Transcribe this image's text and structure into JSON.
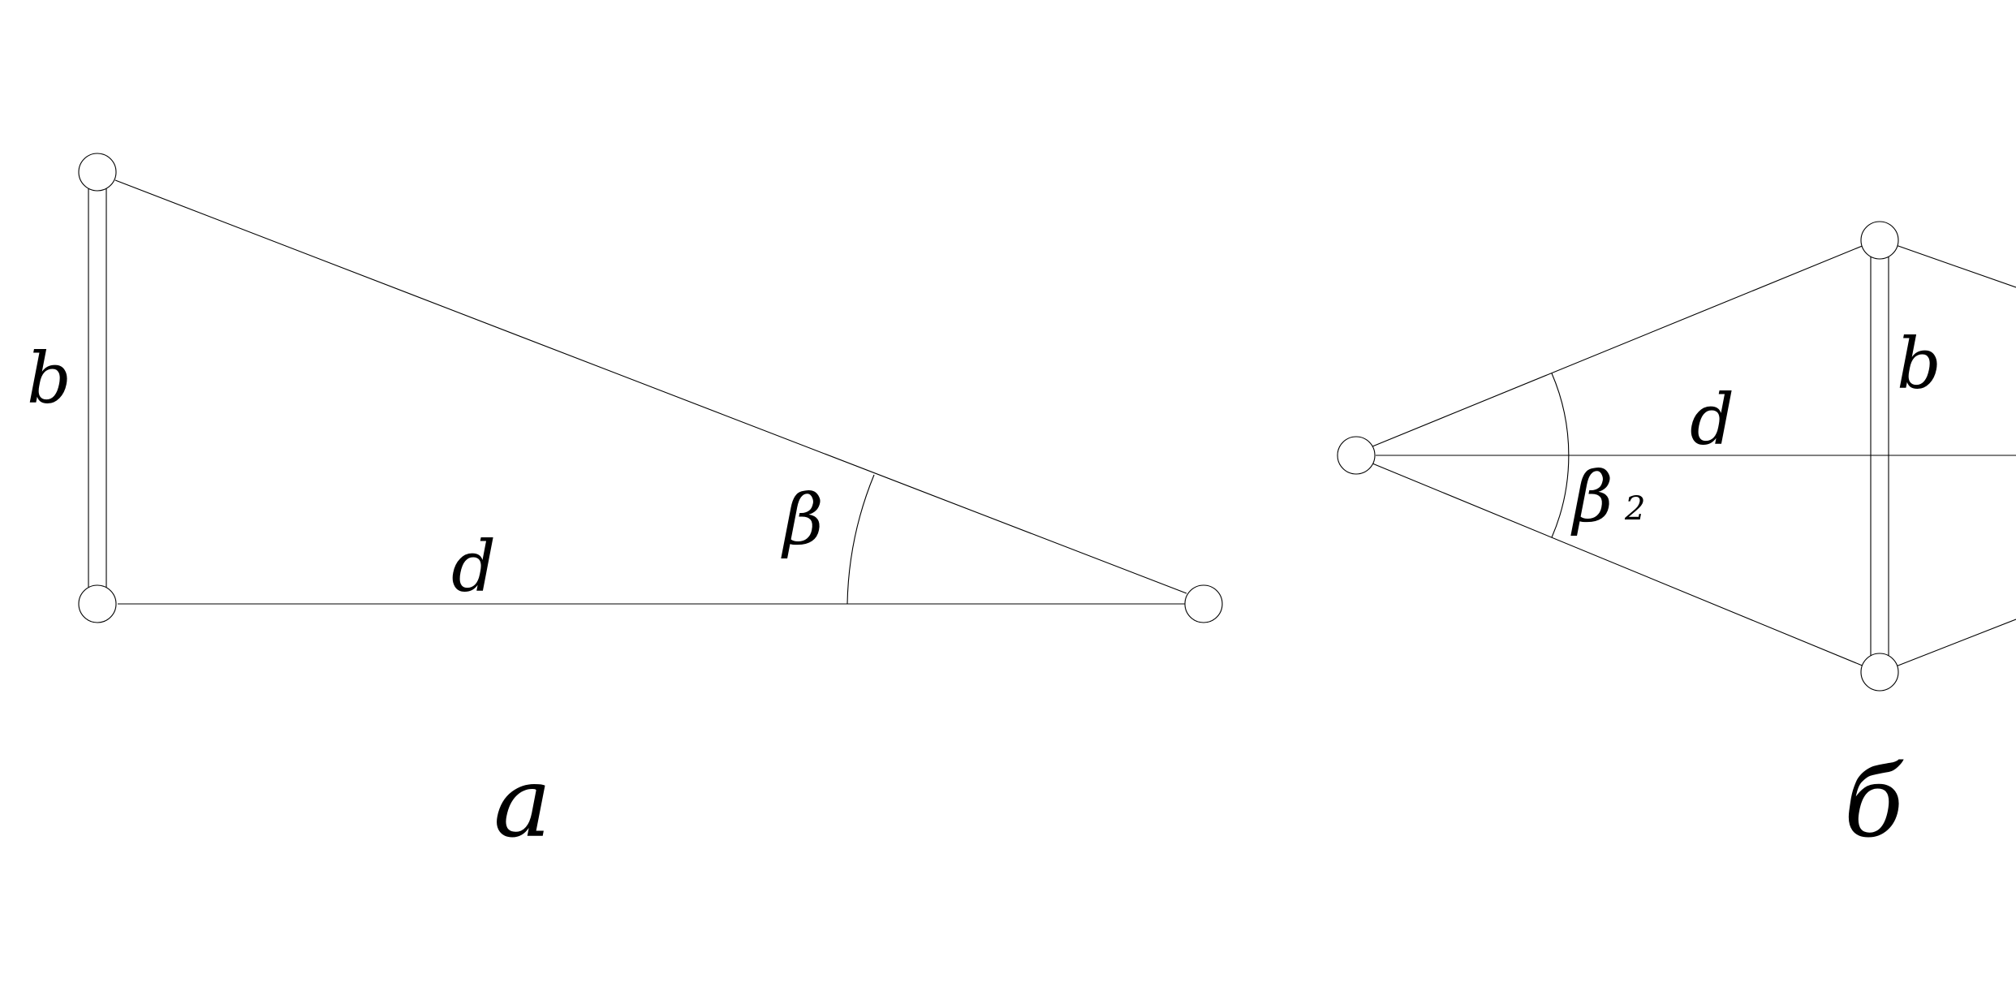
{
  "figure_a": {
    "label_b": "b",
    "label_d": "d",
    "label_beta": "β",
    "caption": "а"
  },
  "figure_b": {
    "label_b": "b",
    "label_d": "d",
    "label_beta": "β",
    "label_beta_subscript": "2",
    "caption": "б"
  },
  "colors": {
    "line": "#000000",
    "background": "#ffffff"
  }
}
